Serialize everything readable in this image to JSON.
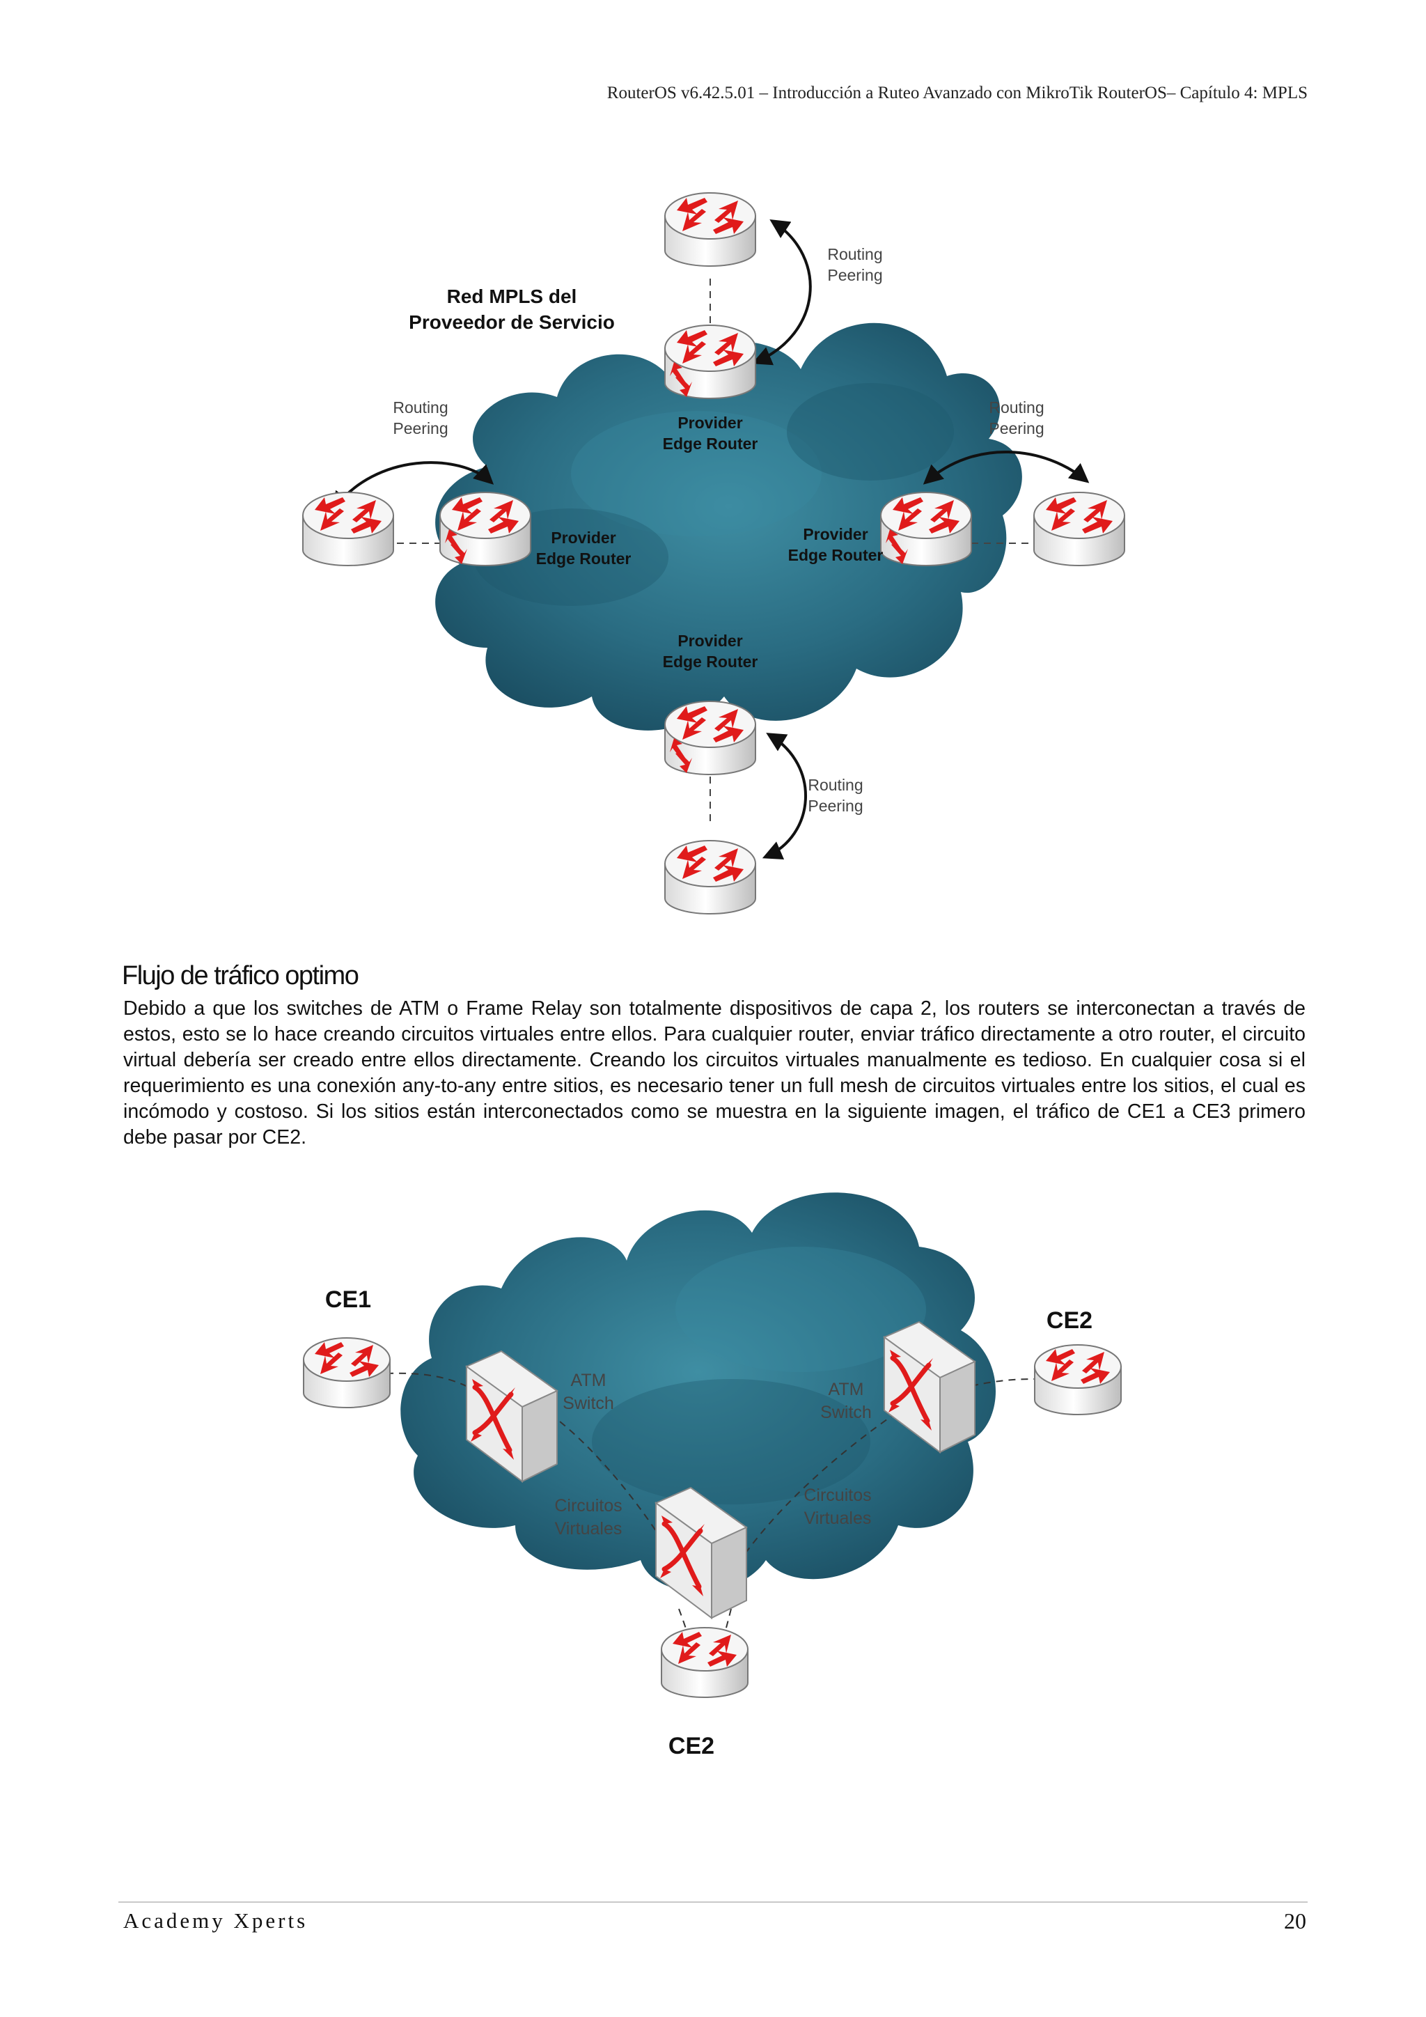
{
  "header": {
    "running_title": "RouterOS v6.42.5.01 – Introducción a Ruteo Avanzado con MikroTik RouterOS– Capítulo 4: MPLS"
  },
  "diagram1": {
    "network_title_line1": "Red MPLS del",
    "network_title_line2": "Proveedor de Servicio",
    "routing_peering_line1": "Routing",
    "routing_peering_line2": "Peering",
    "pe_line1": "Provider",
    "pe_line2": "Edge Router"
  },
  "section": {
    "title": "Flujo de tráfico optimo",
    "paragraph": "Debido a que los switches de ATM o Frame Relay son totalmente dispositivos de capa 2, los routers se interconectan a través de estos, esto se lo hace creando circuitos virtuales entre ellos. Para cualquier router, enviar tráfico directamente a otro router, el circuito virtual debería ser creado entre ellos directamente. Creando los circuitos virtuales manualmente es tedioso. En cualquier cosa si el requerimiento es una conexión any-to-any entre sitios, es necesario tener un full mesh de circuitos virtuales entre los sitios, el cual es incómodo y costoso. Si los sitios están interconectados como se muestra en la siguiente imagen, el tráfico de CE1 a CE3 primero debe pasar por CE2."
  },
  "diagram2": {
    "ce_left": "CE1",
    "ce_right": "CE2",
    "ce_bottom": "CE2",
    "atm_line1": "ATM",
    "atm_line2": "Switch",
    "vc_line1": "Circuitos",
    "vc_line2": "Virtuales"
  },
  "footer": {
    "brand": "Academy Xperts",
    "page_number": "20"
  },
  "colors": {
    "cloud_dark": "#1b4f63",
    "cloud_mid": "#2f7a90",
    "router_arrow": "#e01b1b"
  },
  "icons": [
    "router-icon",
    "label-switch-router-icon",
    "atm-switch-icon",
    "cloud-icon"
  ]
}
